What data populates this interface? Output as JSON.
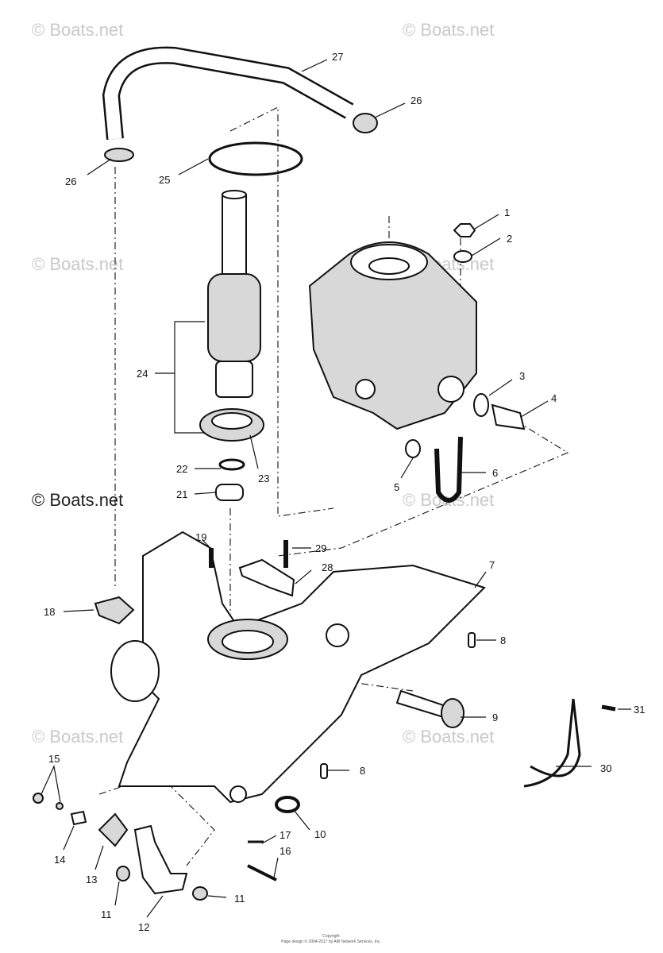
{
  "watermarks": {
    "light": "© Boats.net",
    "dark": "© Boats.net"
  },
  "callouts": [
    "1",
    "2",
    "3",
    "4",
    "5",
    "6",
    "7",
    "8",
    "8",
    "9",
    "10",
    "11",
    "11",
    "12",
    "13",
    "14",
    "15",
    "16",
    "17",
    "18",
    "19",
    "21",
    "22",
    "23",
    "24",
    "25",
    "26",
    "26",
    "27",
    "28",
    "29",
    "30",
    "31"
  ],
  "copyright": {
    "line1": "Copyright",
    "line2": "Page design © 2004-2017 by ARI Network Services, Inc."
  },
  "colors": {
    "line": "#111111",
    "watermark": "#c9c9c9",
    "shade": "#d8d8d8"
  }
}
